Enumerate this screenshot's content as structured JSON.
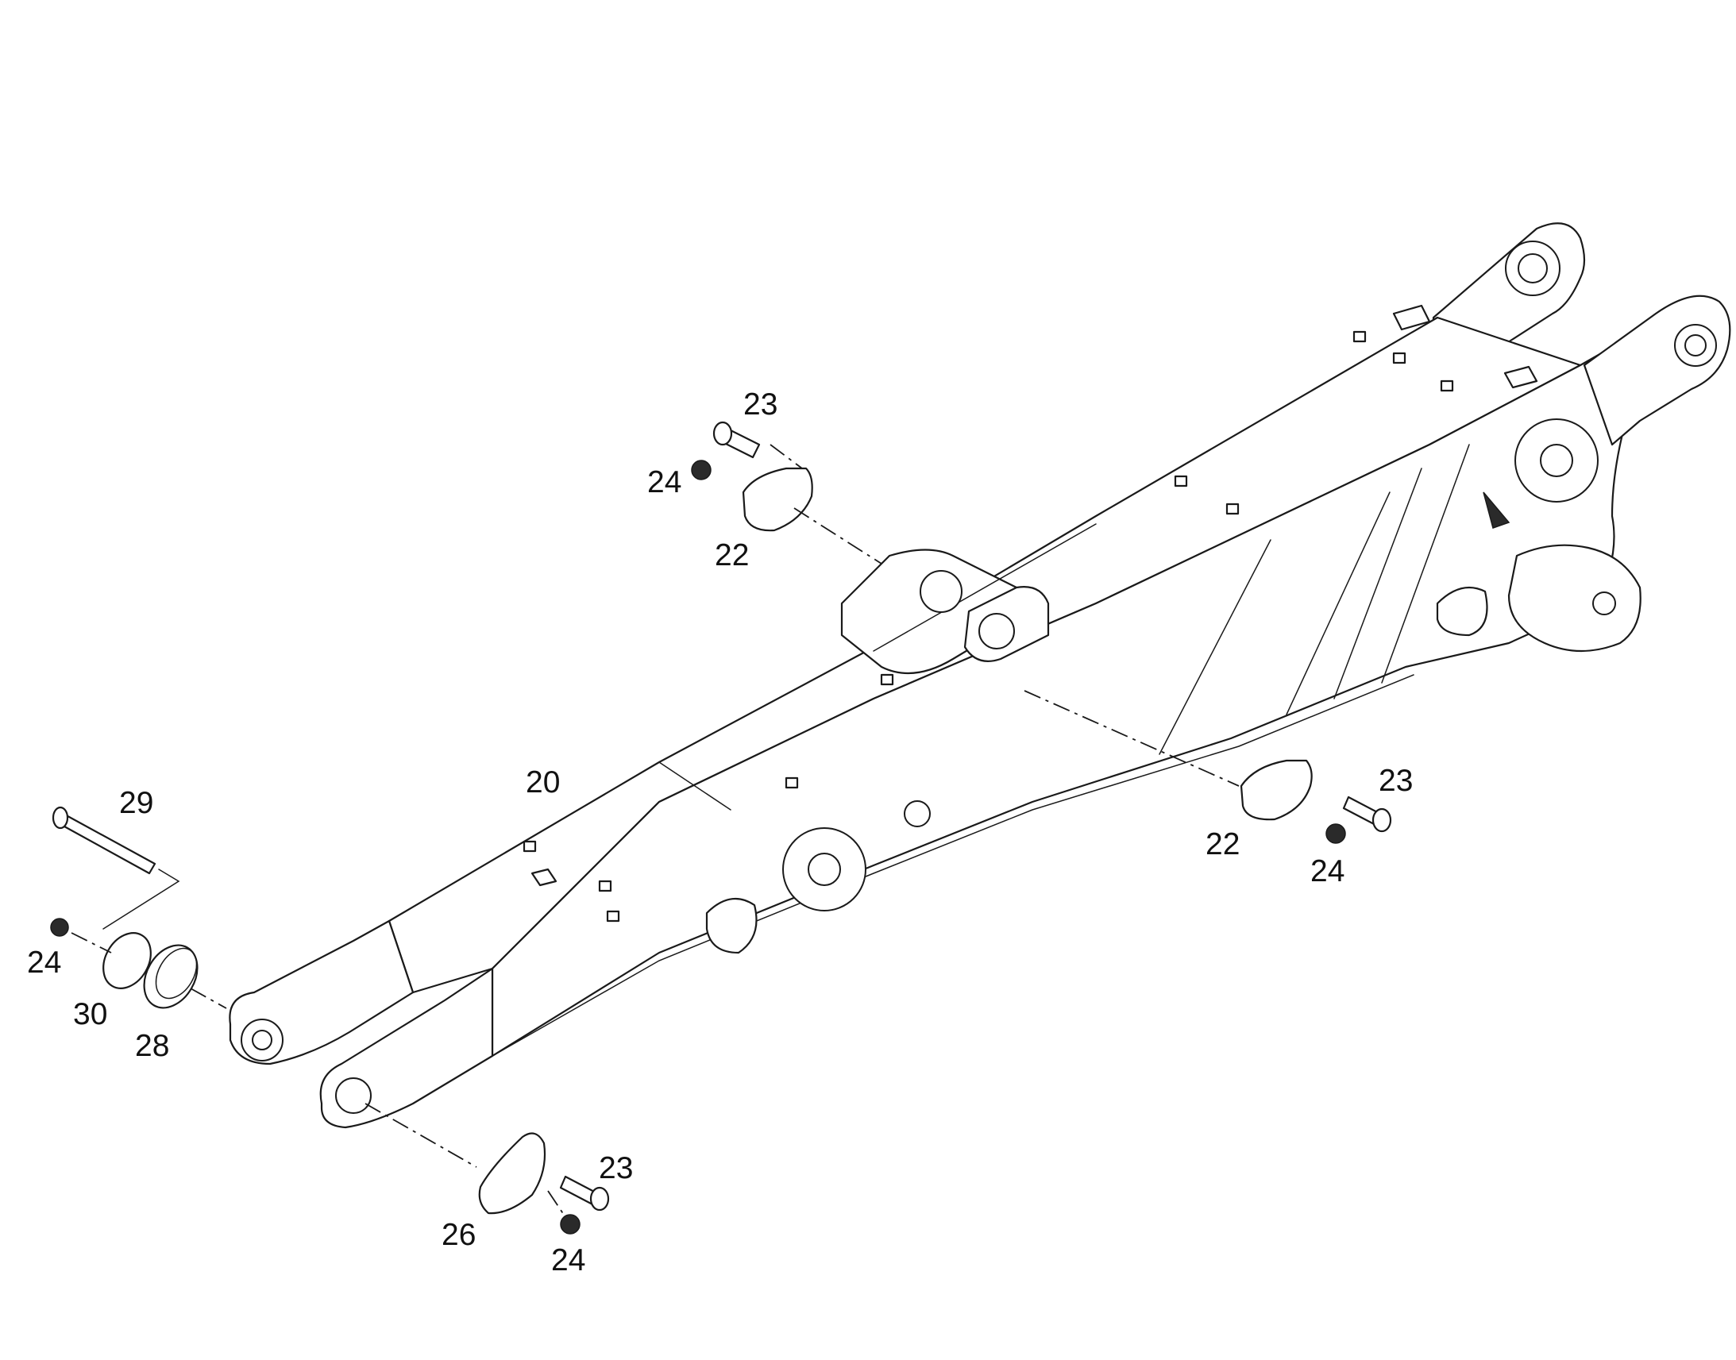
{
  "diagram": {
    "part_numbers": {
      "boom": "20",
      "cover_plate": "22",
      "bolt": "23",
      "nut": "24",
      "cover_plate_front": "26",
      "bushing": "28",
      "pin_bolt": "29",
      "washer_plate": "30"
    },
    "callouts": [
      {
        "id": "c-23-top",
        "label": "23"
      },
      {
        "id": "c-24-top",
        "label": "24"
      },
      {
        "id": "c-22-top",
        "label": "22"
      },
      {
        "id": "c-20",
        "label": "20"
      },
      {
        "id": "c-29",
        "label": "29"
      },
      {
        "id": "c-24-left",
        "label": "24"
      },
      {
        "id": "c-30",
        "label": "30"
      },
      {
        "id": "c-28",
        "label": "28"
      },
      {
        "id": "c-22-right",
        "label": "22"
      },
      {
        "id": "c-23-right",
        "label": "23"
      },
      {
        "id": "c-24-right",
        "label": "24"
      },
      {
        "id": "c-23-bottom",
        "label": "23"
      },
      {
        "id": "c-26",
        "label": "26"
      },
      {
        "id": "c-24-bottom",
        "label": "24"
      }
    ]
  }
}
